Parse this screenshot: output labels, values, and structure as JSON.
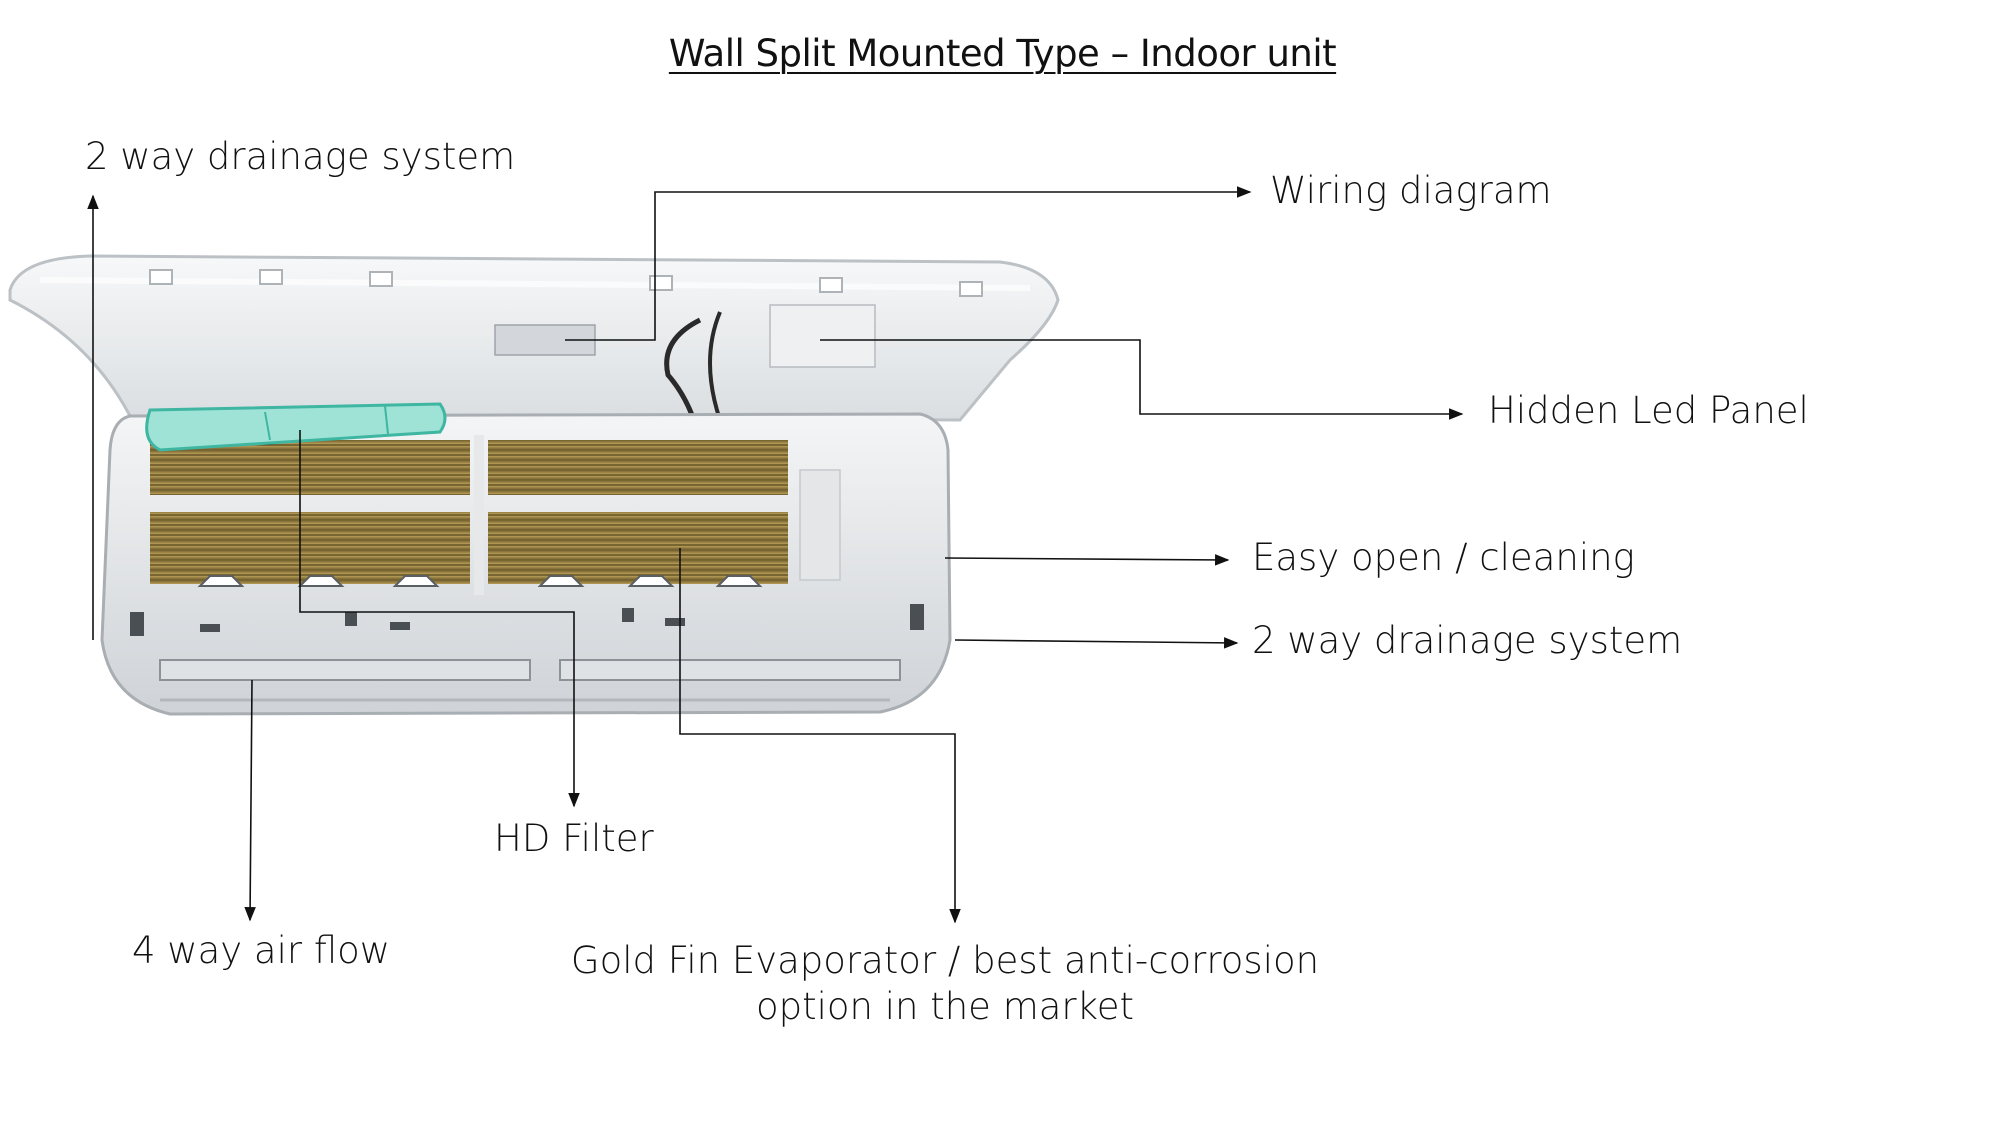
{
  "title": "Wall Split Mounted Type – Indoor unit",
  "labels": {
    "drain_top": "2 way drainage system",
    "wiring": "Wiring diagram",
    "led": "Hidden Led Panel",
    "easy_open": "Easy open / cleaning",
    "drain_right": "2 way drainage system",
    "hd_filter": "HD Filter",
    "airflow": "4 way air flow",
    "gold_fin_line1": "Gold Fin Evaporator / best anti-corrosion",
    "gold_fin_line2": "option in the market"
  },
  "colors": {
    "line": "#111111",
    "filter": "#7fd6c4",
    "gold_fin": "#b89a4a",
    "casing": "#eceef0"
  }
}
